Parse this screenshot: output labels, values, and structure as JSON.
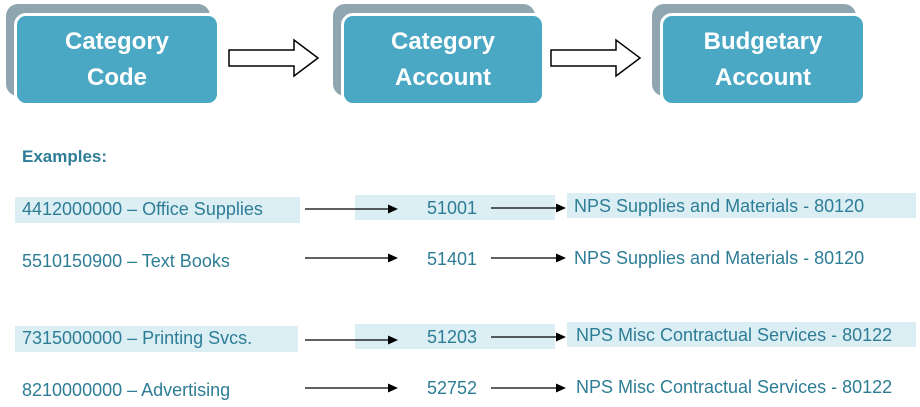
{
  "flow": {
    "steps": [
      {
        "label": "Category\nCode"
      },
      {
        "label": "Category\nAccount"
      },
      {
        "label": "Budgetary\nAccount"
      }
    ]
  },
  "examples": {
    "heading": "Examples:",
    "rows": [
      {
        "category_code": "4412000000 – Office Supplies",
        "category_account": "51001",
        "budgetary_account": "NPS Supplies and Materials - 80120",
        "highlighted": true
      },
      {
        "category_code": "5510150900 – Text Books",
        "category_account": "51401",
        "budgetary_account": "NPS Supplies and Materials - 80120",
        "highlighted": false
      },
      {
        "category_code": "7315000000 – Printing Svcs.",
        "category_account": "51203",
        "budgetary_account": "NPS Misc Contractual Services - 80122",
        "highlighted": true
      },
      {
        "category_code": "8210000000 – Advertising",
        "category_account": "52752",
        "budgetary_account": "NPS Misc Contractual Services - 80122",
        "highlighted": false
      }
    ]
  },
  "colors": {
    "box_fill": "#4aa8c4",
    "box_shadow": "#8fa6b1",
    "text_teal": "#2e7d96",
    "highlight": "#daeef4"
  }
}
